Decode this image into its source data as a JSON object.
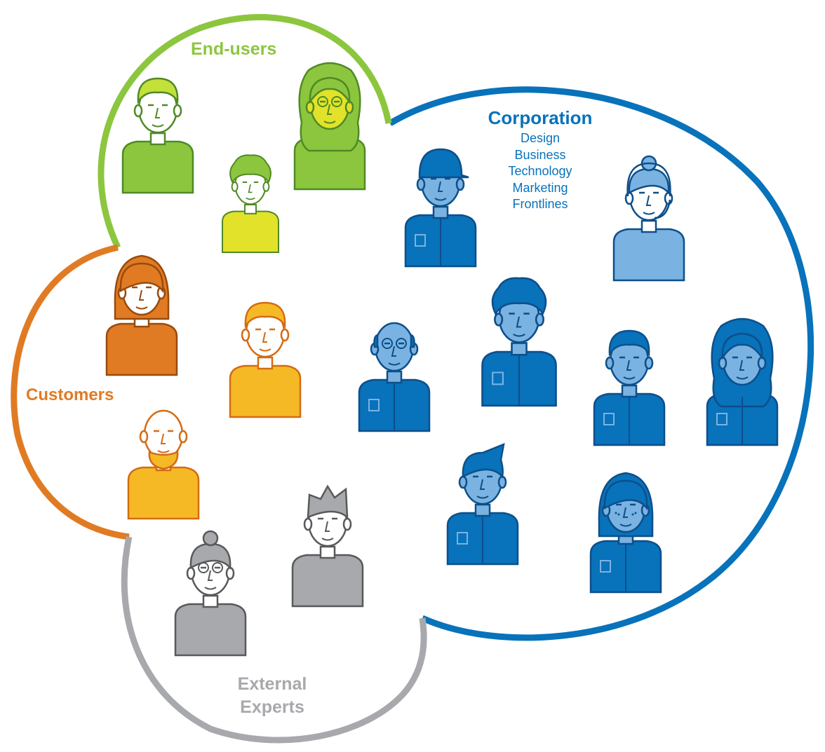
{
  "colors": {
    "endusers": "#8cc63f",
    "endusers_alt": "#e2e22a",
    "customers": "#e07b24",
    "customers_alt": "#f6b926",
    "external": "#a7a9ac",
    "corporation": "#0872bb",
    "corporation_light": "#7ab3e2",
    "ink": "#0d4f8a"
  },
  "groups": {
    "endusers": {
      "label": "End-users"
    },
    "customers": {
      "label": "Customers"
    },
    "external": {
      "label_line1": "External",
      "label_line2": "Experts"
    },
    "corporation": {
      "label": "Corporation",
      "departments": [
        "Design",
        "Business",
        "Technology",
        "Marketing",
        "Frontlines"
      ]
    }
  },
  "people": [
    {
      "group": "endusers",
      "hair": "short",
      "palette": "green"
    },
    {
      "group": "endusers",
      "hair": "curly-long",
      "palette": "green-yellow",
      "glasses": true
    },
    {
      "group": "endusers",
      "hair": "curly",
      "palette": "yellow-green"
    },
    {
      "group": "customers",
      "hair": "bob",
      "palette": "orange"
    },
    {
      "group": "customers",
      "hair": "short",
      "palette": "yellow"
    },
    {
      "group": "customers",
      "hair": "bald-beard",
      "palette": "yellow"
    },
    {
      "group": "external",
      "hair": "bun",
      "palette": "gray",
      "glasses": true
    },
    {
      "group": "external",
      "hair": "spiky",
      "palette": "gray"
    },
    {
      "group": "corporation",
      "hair": "cap",
      "palette": "blue"
    },
    {
      "group": "corporation",
      "hair": "headset-bun",
      "palette": "light-blue"
    },
    {
      "group": "corporation",
      "hair": "bald-glasses",
      "palette": "blue",
      "glasses": true
    },
    {
      "group": "corporation",
      "hair": "curly",
      "palette": "blue"
    },
    {
      "group": "corporation",
      "hair": "short",
      "palette": "blue"
    },
    {
      "group": "corporation",
      "hair": "curly-long",
      "palette": "blue"
    },
    {
      "group": "corporation",
      "hair": "quiff",
      "palette": "blue"
    },
    {
      "group": "corporation",
      "hair": "bob-freckles",
      "palette": "blue"
    }
  ]
}
